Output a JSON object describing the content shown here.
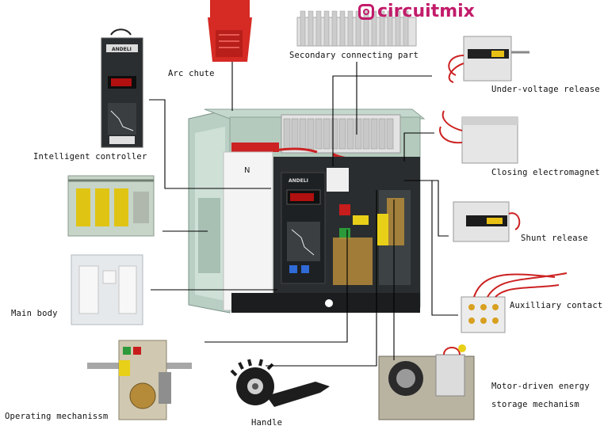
{
  "brand": {
    "name": "circuitmix",
    "icon": "instagram-icon",
    "color": "#c21b6a"
  },
  "device_marks": {
    "main_brand": "ANDELI",
    "panel_letter": "N",
    "controller_brand": "ANDELI"
  },
  "labels": {
    "arc_chute": "Arc chute",
    "secondary_connecting_part": "Secondary connecting part",
    "under_voltage_release": "Under-voltage release",
    "intelligent_controller": "Intelligent controller",
    "closing_electromagnet": "Closing electromagnet",
    "shunt_release": "Shunt release",
    "main_body": "Main body",
    "auxiliary_contact": "Auxilliary contact",
    "motor_driven_line1": "Motor-driven energy",
    "motor_driven_line2": "storage mechanism",
    "operating_mechanism": "Operating mechanissm",
    "handle": "Handle"
  },
  "colors": {
    "breaker_frame": "#b9cfc4",
    "breaker_dark": "#2a2d2f",
    "wire_red": "#cc2222",
    "arc_chute_red": "#d62a24",
    "line": "#000000"
  }
}
